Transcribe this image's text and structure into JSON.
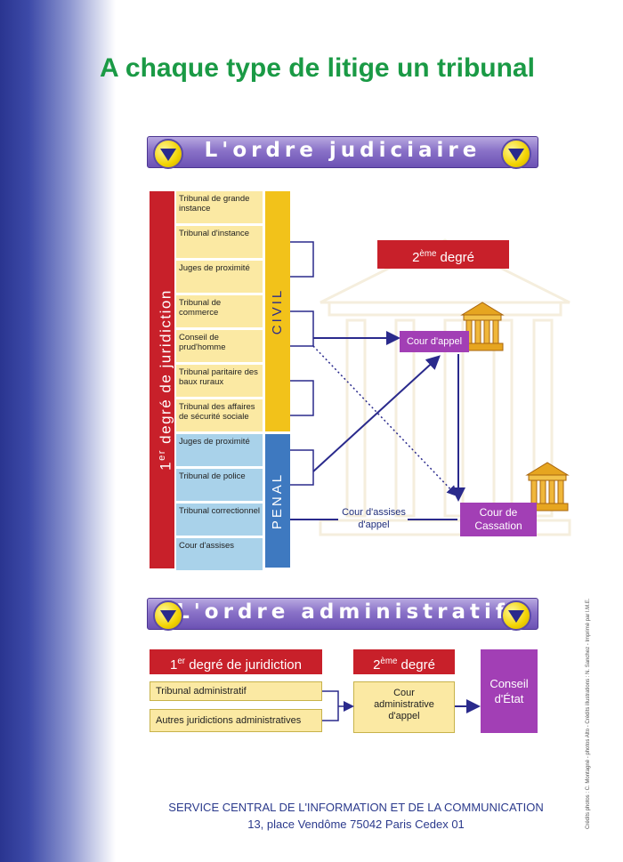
{
  "title": "A chaque type de litige un tribunal",
  "judiciaire": {
    "banner": "L'ordre judiciaire",
    "first_degree_prefix": "1",
    "first_degree_sup": "er",
    "first_degree_rest": " degré de juridiction",
    "civil_label": "CIVIL",
    "penal_label": "PENAL",
    "civil_courts": [
      "Tribunal de grande instance",
      "Tribunal d'instance",
      "Juges de proximité",
      "Tribunal de commerce",
      "Conseil de prud'homme",
      "Tribunal paritaire des baux ruraux",
      "Tribunal des affaires de sécurité sociale"
    ],
    "penal_courts": [
      "Juges de proximité",
      "Tribunal de police",
      "Tribunal correctionnel",
      "Cour d'assises"
    ],
    "second_degree_prefix": "2",
    "second_degree_sup": "ème",
    "second_degree_rest": " degré",
    "cour_appel": "Cour d'appel",
    "cour_cassation": "Cour de Cassation",
    "assises_appel": "Cour d'assises d'appel"
  },
  "administratif": {
    "banner": "L'ordre administratif",
    "first_degree_prefix": "1",
    "first_degree_sup": "er",
    "first_degree_rest": " degré de juridiction",
    "second_degree_prefix": "2",
    "second_degree_sup": "ème",
    "second_degree_rest": " degré",
    "courts": [
      "Tribunal administratif",
      "Autres juridictions administratives"
    ],
    "cour_admin_appel": "Cour administrative d'appel",
    "conseil_etat": "Conseil d'État"
  },
  "footer": {
    "line1": "SERVICE CENTRAL DE L'INFORMATION ET DE LA COMMUNICATION",
    "line2": "13, place Vendôme 75042 Paris Cedex 01"
  },
  "credits": "Crédits photos : C. Montagné - photos Alto - Crédits illustrations : N. Sanchez - Imprimé par l.M.E.",
  "colors": {
    "title_green": "#1a9a45",
    "red": "#c8202a",
    "purple": "#a23fb5",
    "banner_purple": "#7a60c0",
    "yellow_bar": "#f2c21a",
    "blue_bar": "#3e79c0",
    "navy": "#2a2a8c"
  }
}
